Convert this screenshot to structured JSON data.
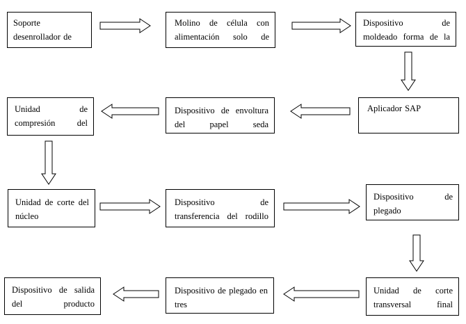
{
  "nodes": [
    {
      "id": "n1",
      "label": "Soporte desenrollador de"
    },
    {
      "id": "n2",
      "label": "Molino de célula con alimentación solo de"
    },
    {
      "id": "n3",
      "label": "Dispositivo de moldeado forma de la"
    },
    {
      "id": "n4",
      "label": "Aplicador SAP"
    },
    {
      "id": "n5",
      "label": "Dispositivo de envoltura del papel seda"
    },
    {
      "id": "n6",
      "label": "Unidad de compresión del"
    },
    {
      "id": "n7",
      "label": "Unidad de corte del núcleo"
    },
    {
      "id": "n8",
      "label": "Dispositivo de transferencia del rodillo"
    },
    {
      "id": "n9",
      "label": "Dispositivo de plegado"
    },
    {
      "id": "n10",
      "label": "Unidad de corte transversal final"
    },
    {
      "id": "n11",
      "label": "Dispositivo de plegado en tres"
    },
    {
      "id": "n12",
      "label": "Dispositivo de salida del producto"
    }
  ],
  "edges": [
    {
      "from": "n1",
      "to": "n2"
    },
    {
      "from": "n2",
      "to": "n3"
    },
    {
      "from": "n3",
      "to": "n4"
    },
    {
      "from": "n4",
      "to": "n5"
    },
    {
      "from": "n5",
      "to": "n6"
    },
    {
      "from": "n6",
      "to": "n7"
    },
    {
      "from": "n7",
      "to": "n8"
    },
    {
      "from": "n8",
      "to": "n9"
    },
    {
      "from": "n9",
      "to": "n10"
    },
    {
      "from": "n10",
      "to": "n11"
    },
    {
      "from": "n11",
      "to": "n12"
    }
  ]
}
